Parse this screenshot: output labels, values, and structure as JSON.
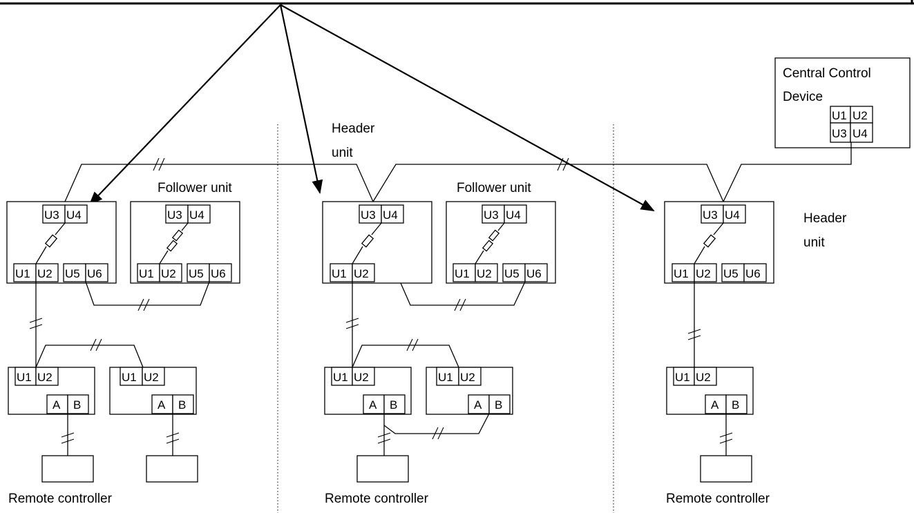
{
  "labels": {
    "central_control_line1": "Central Control",
    "central_control_line2": "Device",
    "header_unit_line1": "Header",
    "header_unit_line2": "unit",
    "follower_unit": "Follower unit",
    "remote_controller": "Remote controller"
  },
  "terminals": {
    "u1": "U1",
    "u2": "U2",
    "u3": "U3",
    "u4": "U4",
    "u5": "U5",
    "u6": "U6",
    "a": "A",
    "b": "B"
  },
  "colors": {
    "line": "#000000",
    "background": "#ffffff"
  }
}
